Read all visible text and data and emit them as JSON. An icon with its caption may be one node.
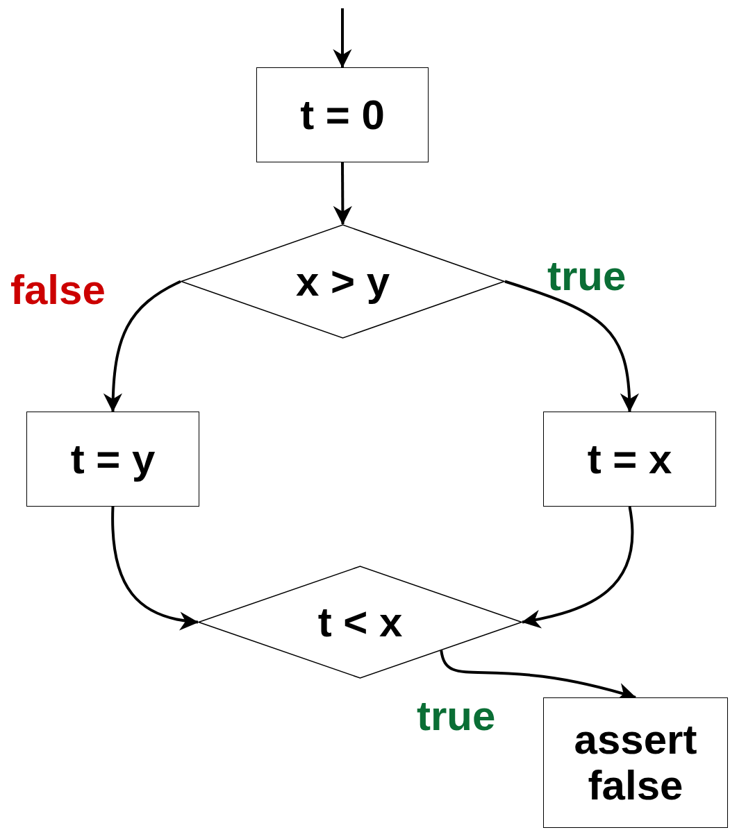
{
  "diagram": {
    "nodes": [
      {
        "text": [
          "t = 0"
        ]
      },
      {
        "text": [
          "x > y"
        ]
      },
      {
        "text": [
          "t = y"
        ]
      },
      {
        "text": [
          "t = x"
        ]
      },
      {
        "text": [
          "t < x"
        ]
      },
      {
        "text": [
          "assert false"
        ]
      }
    ],
    "edges": [
      {
        "from": null,
        "to": 0,
        "arrow": "to"
      },
      {
        "from": 0,
        "to": 1,
        "arrow": "to"
      },
      {
        "from": 1,
        "to": 2,
        "arrow": "to",
        "label": "false"
      },
      {
        "from": 1,
        "to": 3,
        "arrow": "to",
        "label": "true"
      },
      {
        "from": 2,
        "to": 4,
        "arrow": "to"
      },
      {
        "from": 3,
        "to": 4,
        "arrow": "to"
      },
      {
        "from": 4,
        "to": 5,
        "arrow": "to",
        "label": "true"
      }
    ]
  }
}
